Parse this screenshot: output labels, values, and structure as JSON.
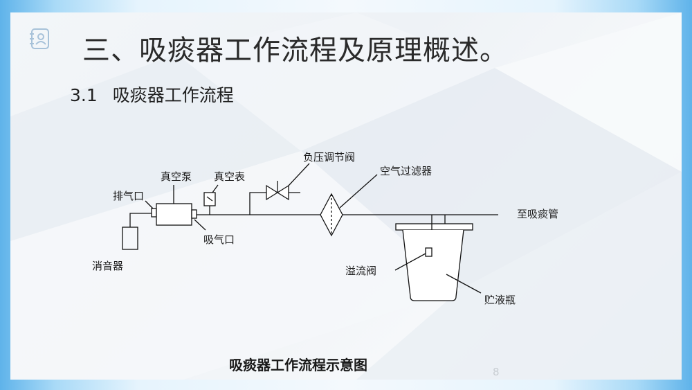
{
  "title": "三、吸痰器工作流程及原理概述。",
  "subtitle": {
    "num": "3.1",
    "text": "吸痰器工作流程"
  },
  "diagram": {
    "labels": {
      "exhaust_port": "排气口",
      "vacuum_pump": "真空泵",
      "vacuum_gauge": "真空表",
      "pressure_valve": "负压调节阀",
      "air_filter": "空气过滤器",
      "to_suction_tube": "至吸痰管",
      "muffler": "消音器",
      "suction_port": "吸气口",
      "overflow_valve": "溢流阀",
      "reservoir_bottle": "贮液瓶"
    }
  },
  "caption": "吸痰器工作流程示意图",
  "page_number": "8"
}
